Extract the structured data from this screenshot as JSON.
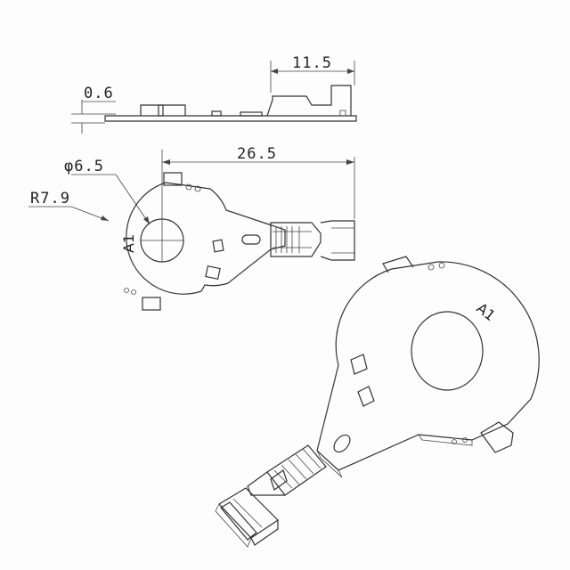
{
  "dimensions": {
    "thickness": "0.6",
    "height": "11.5",
    "length": "26.5",
    "hole_diameter": "φ6.5",
    "radius": "R7.9"
  },
  "markings": {
    "top_view": "A1",
    "iso_view": "A1"
  }
}
